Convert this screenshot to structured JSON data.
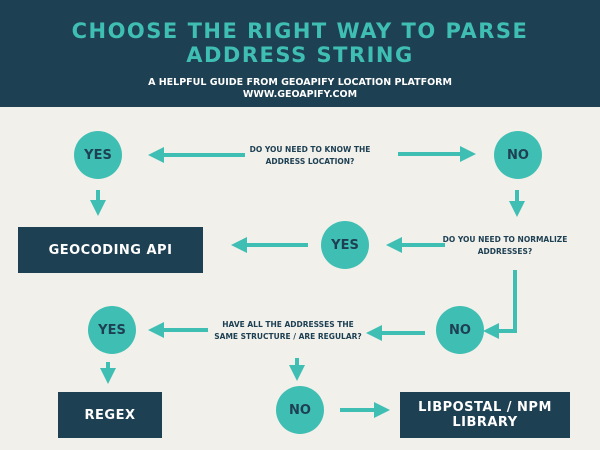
{
  "header": {
    "title_line1": "CHOOSE THE RIGHT WAY TO PARSE",
    "title_line2": "ADDRESS STRING",
    "subtitle": "A HELPFUL GUIDE FROM GEOAPIFY LOCATION PLATFORM",
    "url": "WWW.GEOAPIFY.COM"
  },
  "questions": {
    "q1_line1": "DO YOU NEED TO KNOW THE",
    "q1_line2": "ADDRESS LOCATION?",
    "q2_line1": "DO YOU NEED TO NORMALIZE",
    "q2_line2": "ADDRESSES?",
    "q3_line1": "HAVE ALL THE ADDRESSES  THE",
    "q3_line2": "SAME STRUCTURE / ARE REGULAR?"
  },
  "answers": {
    "yes": "YES",
    "no": "NO"
  },
  "results": {
    "geocoding": "GEOCODING API",
    "regex": "REGEX",
    "libpostal_line1": "LIBPOSTAL / NPM",
    "libpostal_line2": "LIBRARY"
  },
  "colors": {
    "dark": "#1e4053",
    "teal": "#3fbfb3",
    "background": "#f2f0eb"
  }
}
